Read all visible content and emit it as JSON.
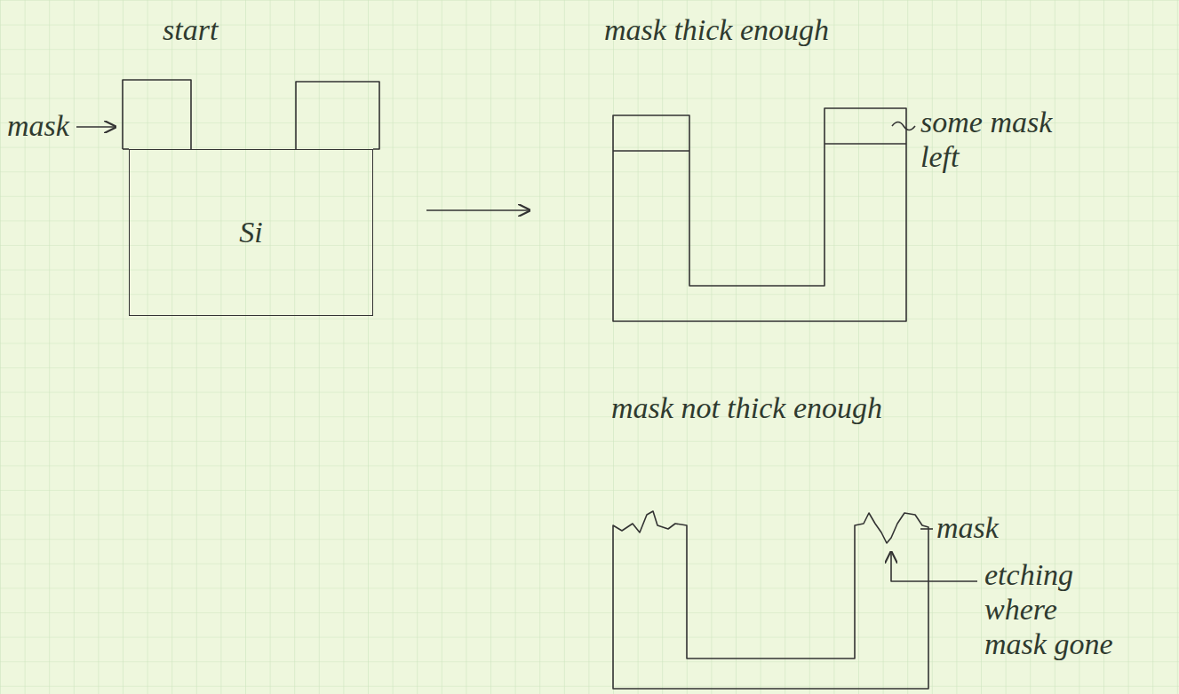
{
  "diagram": {
    "nodes": [
      {
        "text": [
          "Si"
        ]
      }
    ],
    "labels": [
      "start",
      "mask",
      "mask thick enough",
      "some mask left",
      "mask not thick enough",
      "mask",
      "etching where mask gone"
    ]
  }
}
